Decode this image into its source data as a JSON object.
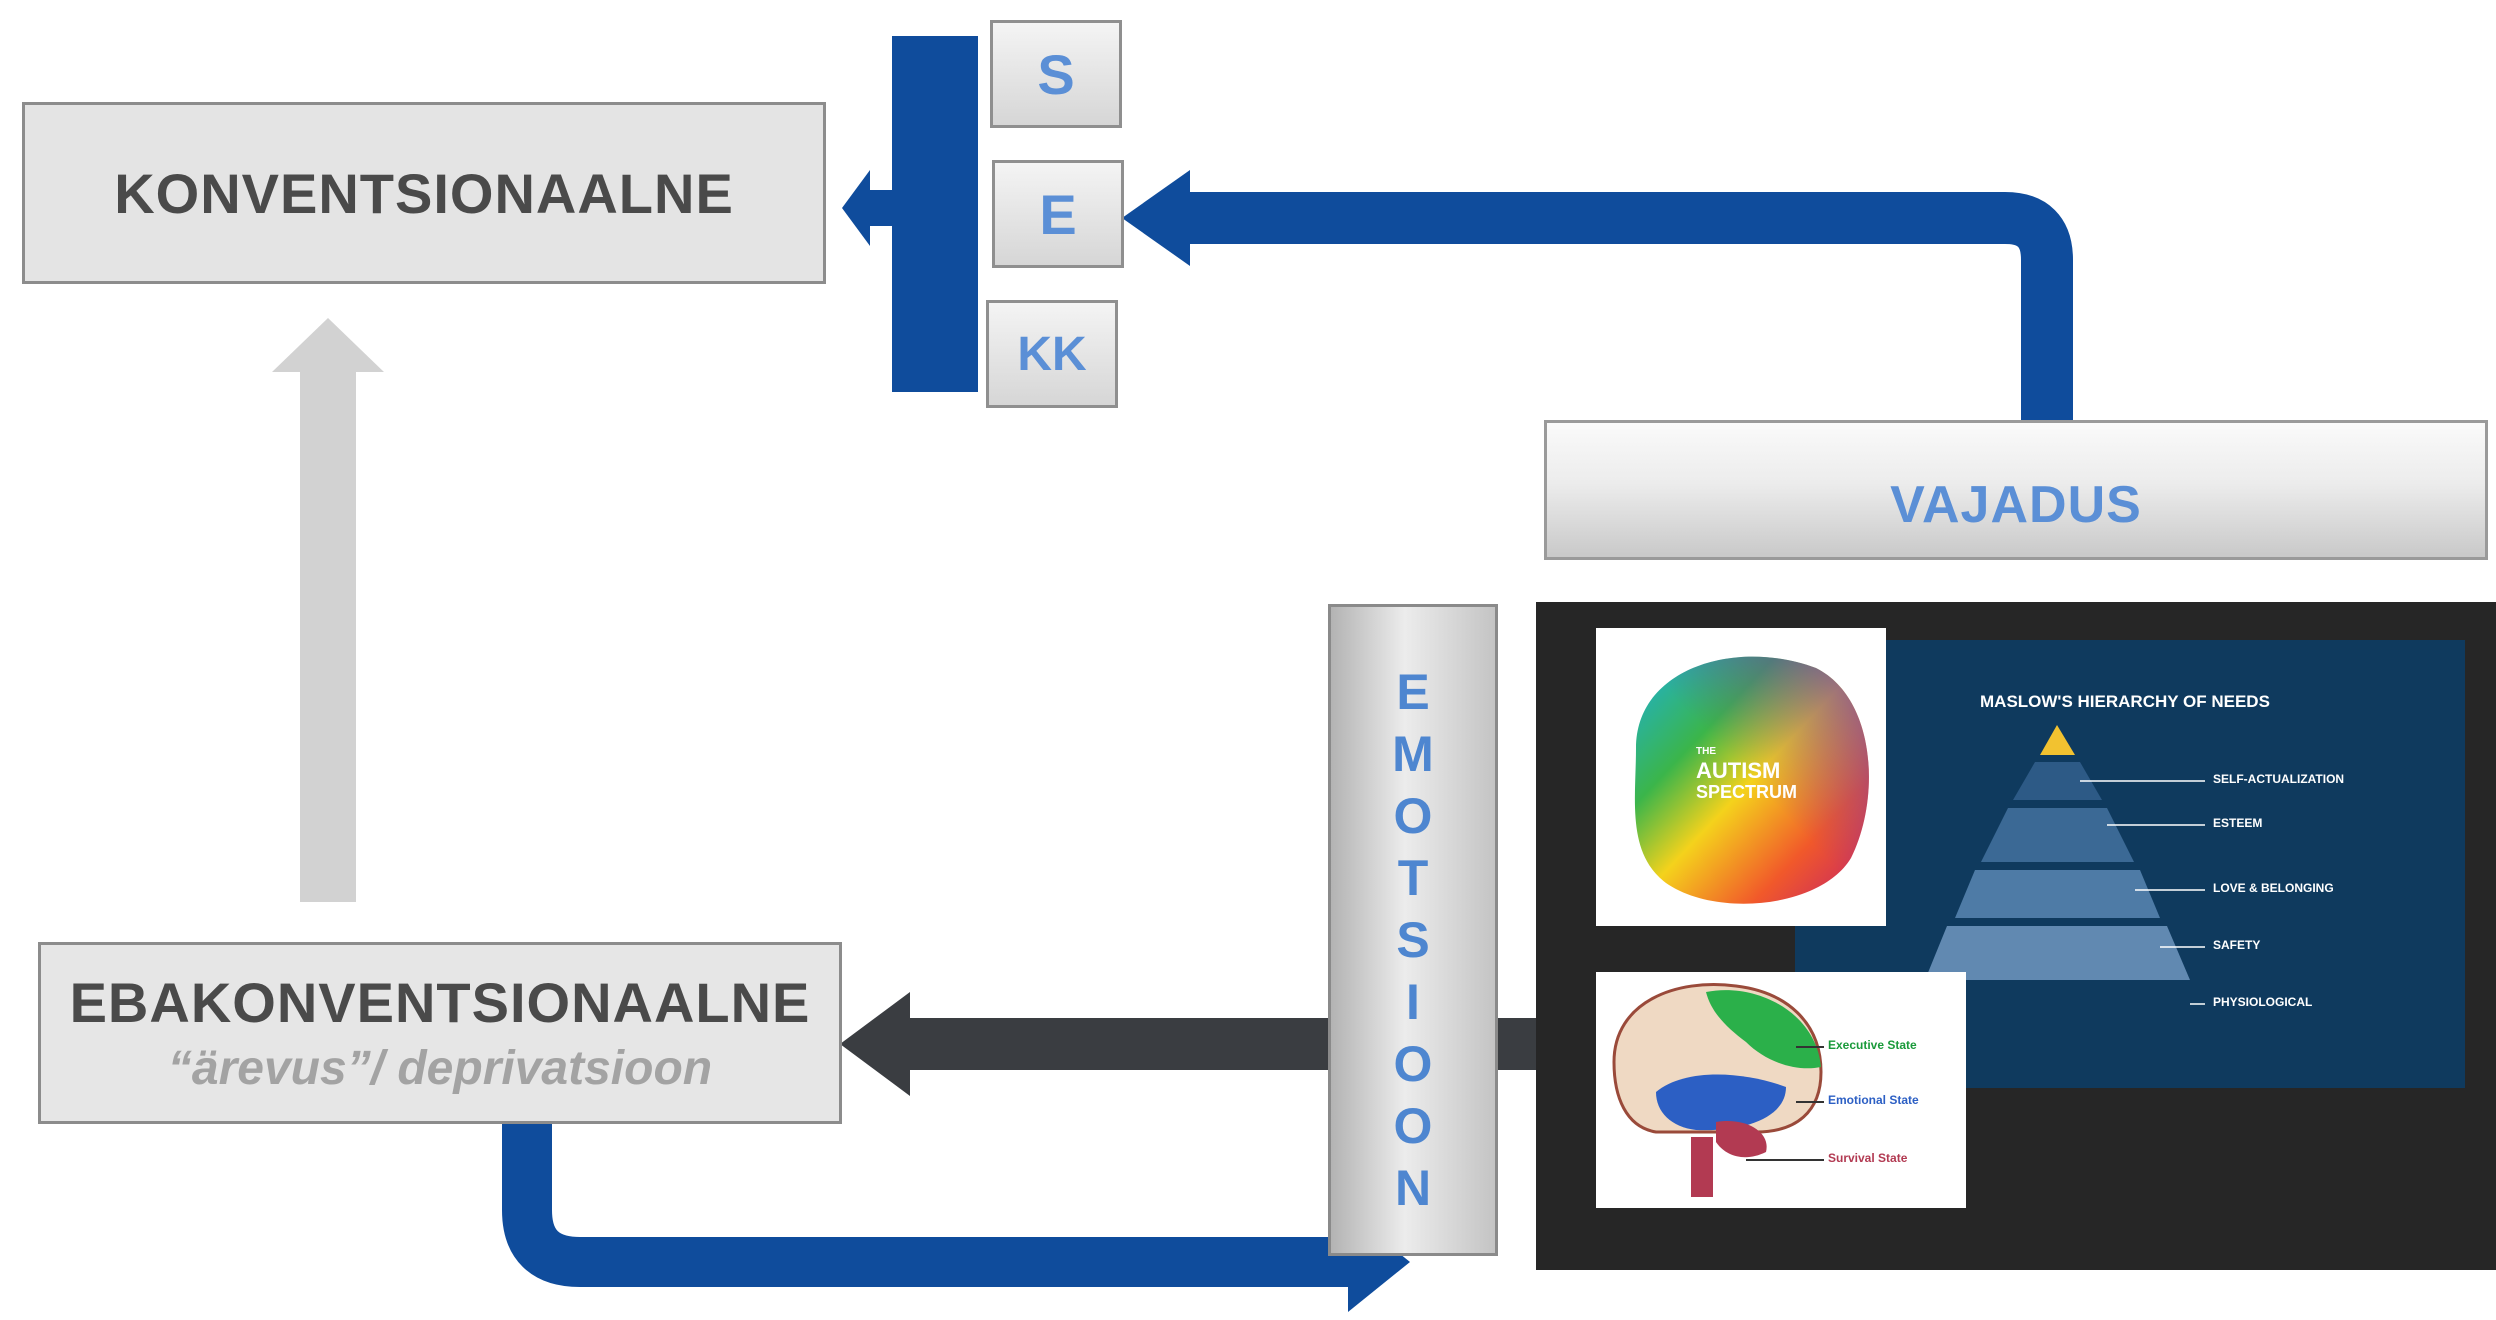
{
  "boxes": {
    "konventsionaalne": "KONVENTSIONAALNE",
    "ebakonventsionaalne": "EBAKONVENTSIONAALNE",
    "ebakonventsionaalne_sub": "“ärevus”/ deprivatsioon",
    "vajadus": "VAJADUS"
  },
  "sek": [
    "S",
    "E",
    "KK"
  ],
  "emotsioon_letters": [
    "E",
    "M",
    "O",
    "T",
    "S",
    "I",
    "O",
    "O",
    "N"
  ],
  "images": {
    "autism_title_1": "THE",
    "autism_title_2": "AUTISM",
    "autism_title_3": "SPECTRUM",
    "maslow_title": "MASLOW'S HIERARCHY OF NEEDS",
    "maslow_levels": [
      "SELF-ACTUALIZATION",
      "ESTEEM",
      "LOVE & BELONGING",
      "SAFETY",
      "PHYSIOLOGICAL"
    ],
    "brain_states": [
      "Executive State",
      "Emotional State",
      "Survival State"
    ]
  },
  "colors": {
    "arrow_blue": "#0f4c9c",
    "arrow_dark": "#3a3d41",
    "arrow_light": "#cfcfcf",
    "label_blue": "#5b8fd6"
  }
}
